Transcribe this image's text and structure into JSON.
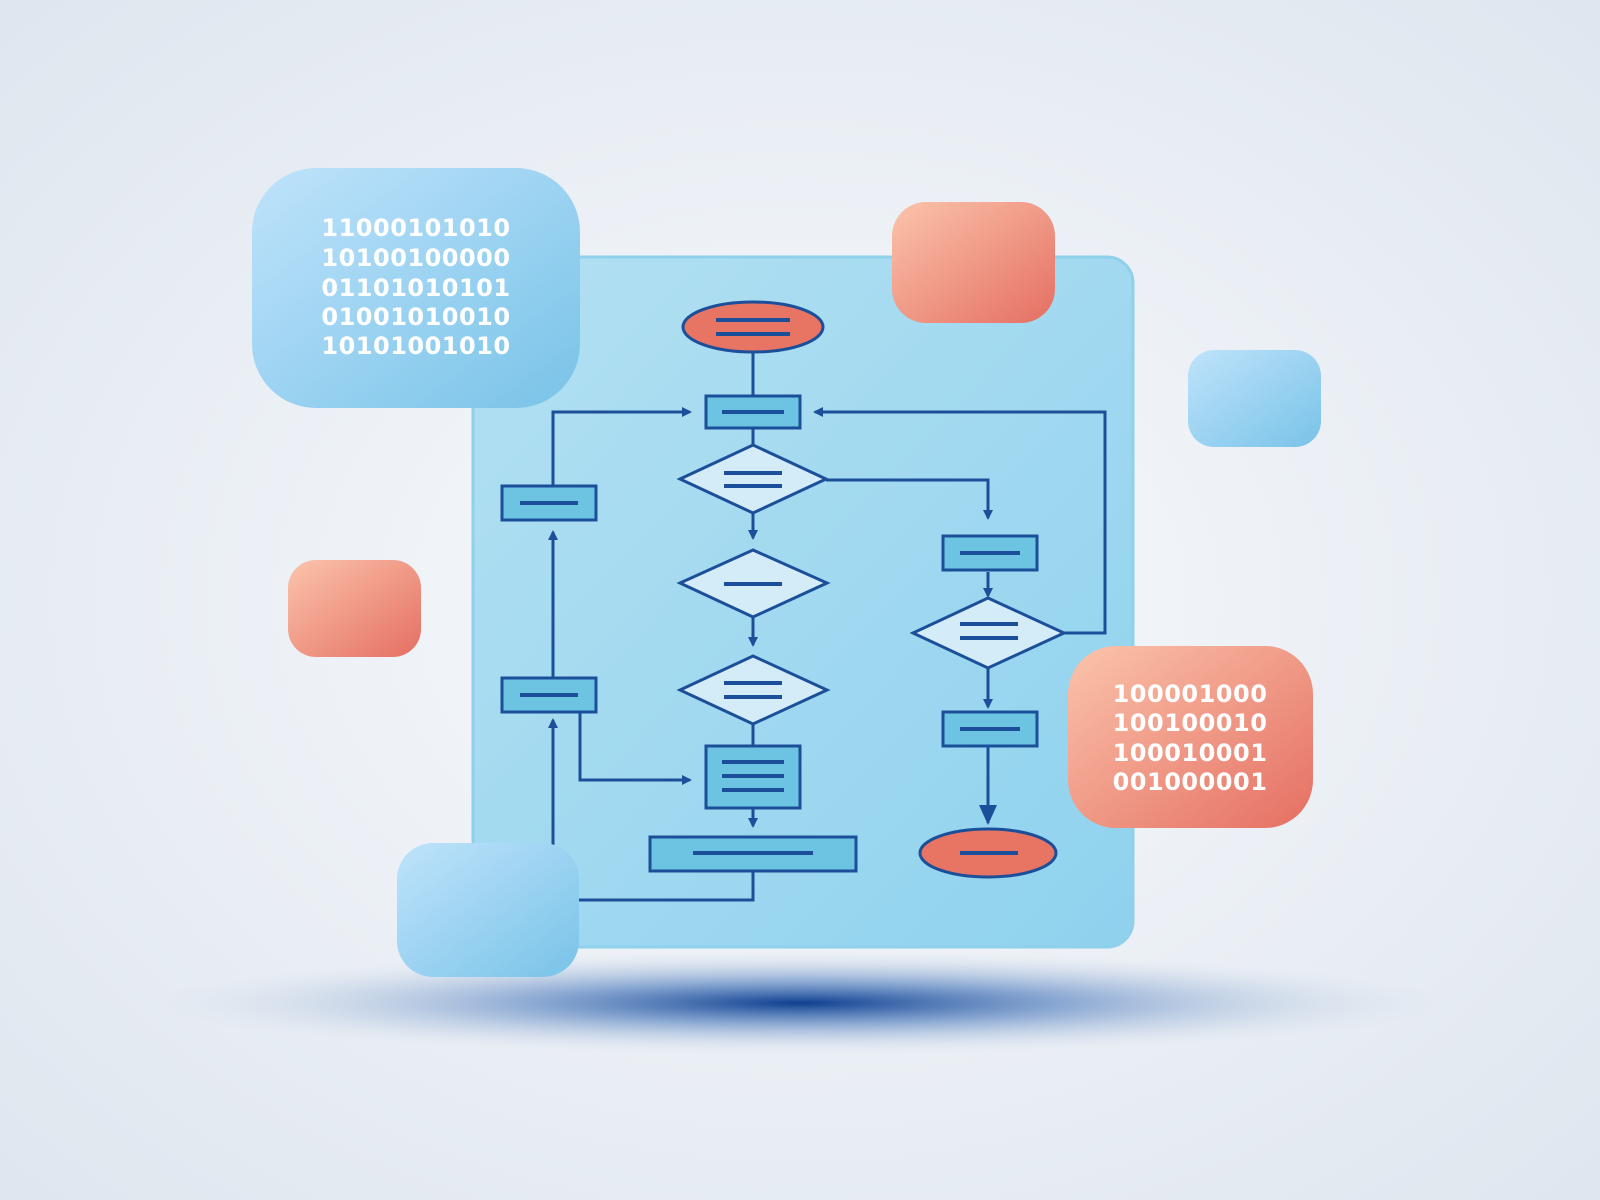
{
  "colors": {
    "background": "#e6ecf3",
    "board": "#a9dcf0",
    "board_edge": "#7cc7e6",
    "node_fill": "#6cc3e2",
    "diamond_fill": "#d4ebf8",
    "line": "#1c4f99",
    "coral_terminal": "#e87563",
    "coral_tile": "#ec8a7c",
    "blue_tile": "#9cd4f2",
    "binary_text": "#ffffff",
    "shadow": "#0f3f8f"
  },
  "binary_blocks": {
    "left_blue": [
      "11000101010",
      "10100100000",
      "01101010101",
      "01001010010",
      "10101001010"
    ],
    "right_coral": [
      "100001000",
      "100100010",
      "100010001",
      "001000001"
    ]
  },
  "icons": {
    "start": "start-terminal-icon",
    "end": "end-terminal-icon",
    "decision": "decision-diamond-icon",
    "process": "process-box-icon",
    "document": "document-box-icon"
  }
}
